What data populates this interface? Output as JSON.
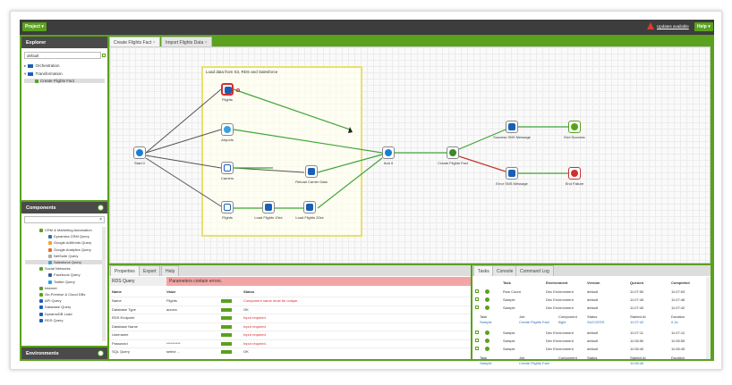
{
  "topbar": {
    "project_label": "Project ▾",
    "updates_label": "Updates available",
    "help_label": "Help ▾",
    "warning_color": "#e03a2f"
  },
  "explorer": {
    "title": "Explorer",
    "search_value": "default",
    "tree": [
      "Orchestration",
      "Transformation",
      "Create Flights Fact"
    ]
  },
  "components": {
    "title": "Components",
    "items": [
      "CRM & Marketing Automation",
      "Dynamics CRM Query",
      "Google AdWords Query",
      "Google Analytics Query",
      "NetSuite Query",
      "Salesforce Query",
      "Social Networks",
      "Facebook Query",
      "Twitter Query",
      "Internet",
      "On-Premise & Cloud DBs",
      "API Query",
      "Database Query",
      "DynamoDB Load",
      "RDS Query"
    ]
  },
  "environments": {
    "title": "Environments"
  },
  "canvas": {
    "tabs": [
      "Create Flights Fact",
      "Import Flights Data"
    ],
    "group_label": "Load data from S3, RDS and Salesforce",
    "nodes": {
      "start": "Start 0",
      "flights_top": "Flights",
      "airports": "Airports",
      "carriers": "Carriers",
      "reload": "Reload Carrier Data",
      "flights_bottom": "Flights",
      "lf19": "Load Flights 19xx",
      "lf20": "Load Flights 20xx",
      "and": "And 0",
      "create": "Create Flights Fact",
      "success_sns": "Success SNS Message",
      "error_sns": "Error SNS Message",
      "end_success": "End Success",
      "end_failure": "End Failure"
    }
  },
  "properties": {
    "tabs": [
      "Properties",
      "Export",
      "Help"
    ],
    "title": "RDS Query",
    "error_banner": "Parameters contain errors.",
    "headers": [
      "Name",
      "Value",
      "Status"
    ],
    "rows": [
      [
        "Name",
        "Flights",
        "Component name must be unique."
      ],
      [
        "Database Type",
        "aurora",
        "OK"
      ],
      [
        "RDS Endpoint",
        "",
        "Input required."
      ],
      [
        "Database Name",
        "",
        "Input required."
      ],
      [
        "Username",
        "",
        "Input required."
      ],
      [
        "Password",
        "**********",
        "Input required."
      ],
      [
        "SQL Query",
        "select ...",
        "OK"
      ]
    ]
  },
  "tasks": {
    "tabs": [
      "Tasks",
      "Console",
      "Command Log"
    ],
    "headers": [
      "Task",
      "Environment",
      "Version",
      "Queued",
      "Completed"
    ],
    "rows": [
      [
        "Row Count",
        "Dev Environment",
        "default",
        "11:07:50",
        "11:07:53"
      ],
      [
        "Sample",
        "Dev Environment",
        "default",
        "11:07:45",
        "11:07:46"
      ],
      [
        "Sample",
        "Dev Environment",
        "default",
        "11:07:40",
        "11:07:42"
      ]
    ],
    "detail_headers": [
      "Task",
      "Job",
      "Component",
      "Status",
      "Started At",
      "Duration"
    ],
    "detail_row": [
      "Sample",
      "Create Flights Fact",
      "flight",
      "SUCCESS",
      "11:07:42",
      "0.1s"
    ],
    "rows2": [
      [
        "Sample",
        "Dev Environment",
        "default",
        "11:07:11",
        "11:07:12"
      ],
      [
        "Sample",
        "Dev Environment",
        "default",
        "11:06:50",
        "11:06:55"
      ],
      [
        "Sample",
        "Dev Environment",
        "default",
        "11:06:40",
        "11:06:45"
      ]
    ],
    "detail2": [
      "Sample",
      "Create Flights Fact",
      "",
      "",
      "11:06:40",
      ""
    ]
  }
}
